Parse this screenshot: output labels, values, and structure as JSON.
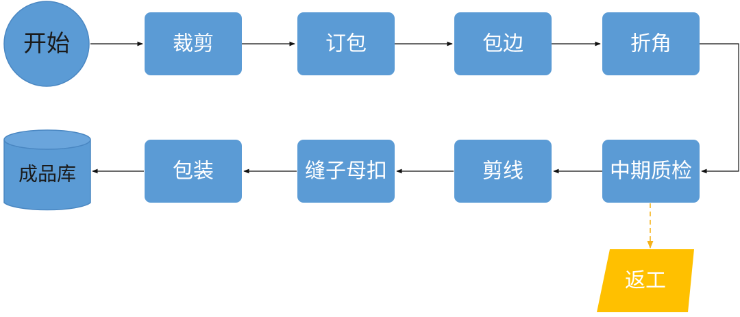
{
  "diagram": {
    "colors": {
      "process": "#5b9bd5",
      "process_stroke": "#4a87c2",
      "rework": "#ffc000",
      "edge": "#111111",
      "dashed_edge": "#f5b21a"
    },
    "nodes": {
      "start": {
        "label": "开始",
        "shape": "circle"
      },
      "cut": {
        "label": "裁剪",
        "shape": "rounded-rect"
      },
      "bind": {
        "label": "订包",
        "shape": "rounded-rect"
      },
      "edge_wrap": {
        "label": "包边",
        "shape": "rounded-rect"
      },
      "fold_corner": {
        "label": "折角",
        "shape": "rounded-rect"
      },
      "mid_inspection": {
        "label": "中期质检",
        "shape": "rounded-rect"
      },
      "trim_thread": {
        "label": "剪线",
        "shape": "rounded-rect"
      },
      "sew_snap": {
        "label": "缝子母扣",
        "shape": "rounded-rect"
      },
      "packing": {
        "label": "包装",
        "shape": "rounded-rect"
      },
      "warehouse": {
        "label": "成品库",
        "shape": "cylinder"
      },
      "rework": {
        "label": "返工",
        "shape": "parallelogram"
      }
    },
    "edges": [
      {
        "from": "start",
        "to": "cut",
        "style": "solid"
      },
      {
        "from": "cut",
        "to": "bind",
        "style": "solid"
      },
      {
        "from": "bind",
        "to": "edge_wrap",
        "style": "solid"
      },
      {
        "from": "edge_wrap",
        "to": "fold_corner",
        "style": "solid"
      },
      {
        "from": "fold_corner",
        "to": "mid_inspection",
        "style": "solid"
      },
      {
        "from": "mid_inspection",
        "to": "trim_thread",
        "style": "solid"
      },
      {
        "from": "trim_thread",
        "to": "sew_snap",
        "style": "solid"
      },
      {
        "from": "sew_snap",
        "to": "packing",
        "style": "solid"
      },
      {
        "from": "packing",
        "to": "warehouse",
        "style": "solid"
      },
      {
        "from": "mid_inspection",
        "to": "rework",
        "style": "dashed"
      }
    ]
  }
}
